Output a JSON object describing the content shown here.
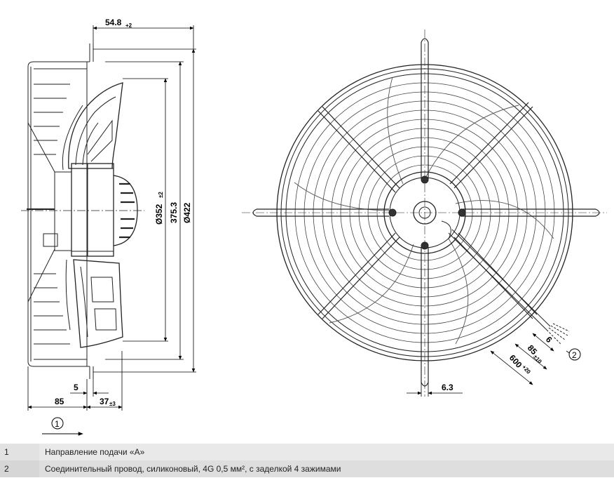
{
  "dimensions": {
    "d548": "54.8",
    "d548_tol": "+2",
    "d3522": "Ø352",
    "d3522_tol": "±2",
    "d3753": "375.3",
    "d422": "Ø422",
    "d5": "5",
    "d85": "85",
    "d37": "37",
    "d37_tol": "±3",
    "d63": "6.3",
    "d6": "6",
    "d85b": "85",
    "d85b_tol": "±10",
    "d600": "600",
    "d600_tol": "+20"
  },
  "callouts": {
    "c1": "1",
    "c2": "2"
  },
  "legend": [
    {
      "num": "1",
      "text": "Направление подачи «A»"
    },
    {
      "num": "2",
      "text": "Соединительный провод, силиконовый, 4G 0,5 мм², с заделкой 4 зажимами"
    }
  ]
}
